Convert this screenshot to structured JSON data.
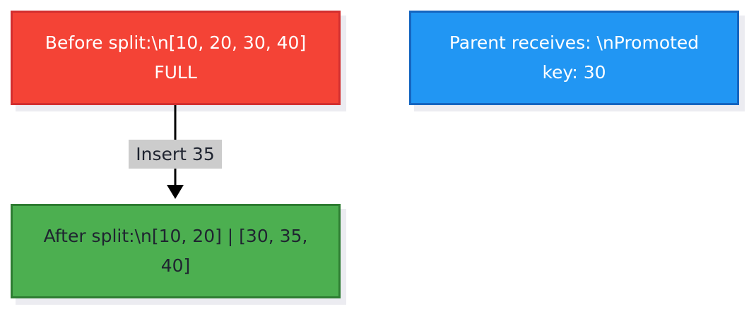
{
  "nodes": {
    "before": {
      "label": "Before split:\\n[10, 20, 30, 40] FULL"
    },
    "parent": {
      "label": "Parent receives: \\nPromoted key: 30"
    },
    "after": {
      "label": "After split:\\n[10, 20] | [30, 35, 40]"
    }
  },
  "edges": [
    {
      "from": "before",
      "to": "after",
      "label": "Insert 35"
    }
  ],
  "colors": {
    "before_fill": "#f44336",
    "before_border": "#d32f2f",
    "parent_fill": "#2196f3",
    "parent_border": "#1565c0",
    "after_fill": "#4caf50",
    "after_border": "#2e7d32",
    "edge_label_bg": "#cccccc",
    "edge_stroke": "#000000"
  }
}
